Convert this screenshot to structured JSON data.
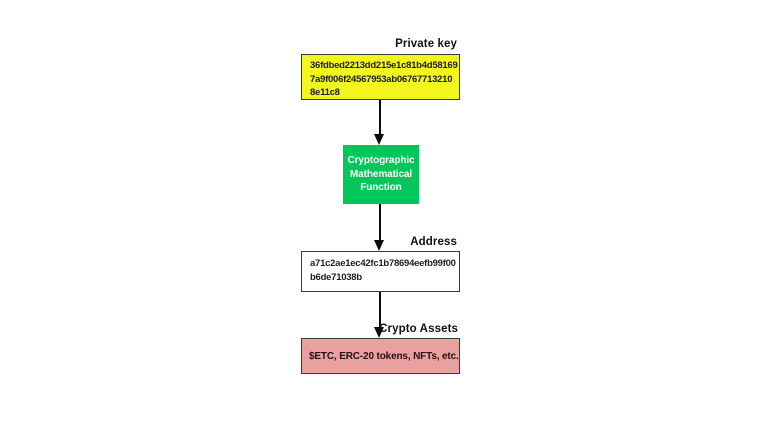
{
  "diagram": {
    "private_key": {
      "label": "Private key",
      "lines": [
        "36fdbed2213dd215e1c81b4d58169",
        "7a9f006f24567953ab06767713210",
        "8e11c8"
      ],
      "value": "36fdbed2213dd215e1c81b4d581697a9f006f24567953ab067677132108e11c8"
    },
    "function": {
      "label": "Cryptographic Mathematical Function"
    },
    "address": {
      "label": "Address",
      "lines": [
        "a71c2ae1ec42fc1b78694eefb99f00",
        "b6de71038b"
      ],
      "value": "a71c2ae1ec42fc1b78694eefb99f00b6de71038b"
    },
    "crypto_assets": {
      "label": "Crypto Assets",
      "text": "$ETC, ERC-20 tokens, NFTs, etc."
    },
    "colors": {
      "private_key_fill": "#f2f51e",
      "function_fill": "#00c75a",
      "function_text": "#ffffff",
      "address_fill": "#ffffff",
      "assets_fill": "#e9a19f",
      "box_border": "#3b3b3b",
      "arrow": "#0d0d0d",
      "background": "#ffffff"
    }
  }
}
